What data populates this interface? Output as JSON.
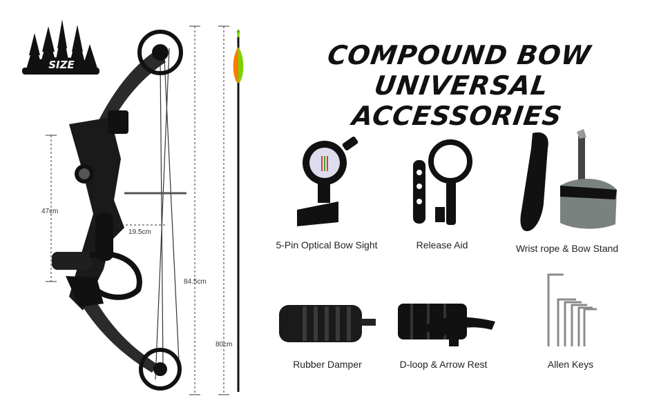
{
  "logo": {
    "text": "SIZE"
  },
  "title": {
    "line1": "COMPOUND BOW",
    "line2": "UNIVERSAL ACCESSORIES"
  },
  "dimensions": {
    "brace": "47cm",
    "grip": "19.5cm",
    "axle": "84.5cm",
    "arrow": "80cm"
  },
  "accessories": [
    {
      "label": "5-Pin Optical Bow Sight",
      "icon": "bow-sight-icon"
    },
    {
      "label": "Release Aid",
      "icon": "release-aid-icon"
    },
    {
      "label": "Wrist rope & Bow Stand",
      "icon": "wrist-rope-icon"
    },
    {
      "label": "Rubber Damper",
      "icon": "rubber-damper-icon"
    },
    {
      "label": "D-loop & Arrow Rest",
      "icon": "arrow-rest-icon"
    },
    {
      "label": "Allen Keys",
      "icon": "allen-keys-icon"
    }
  ],
  "colors": {
    "fletch_green": "#7bd100",
    "fletch_orange": "#ff7a00",
    "ink": "#111111"
  }
}
